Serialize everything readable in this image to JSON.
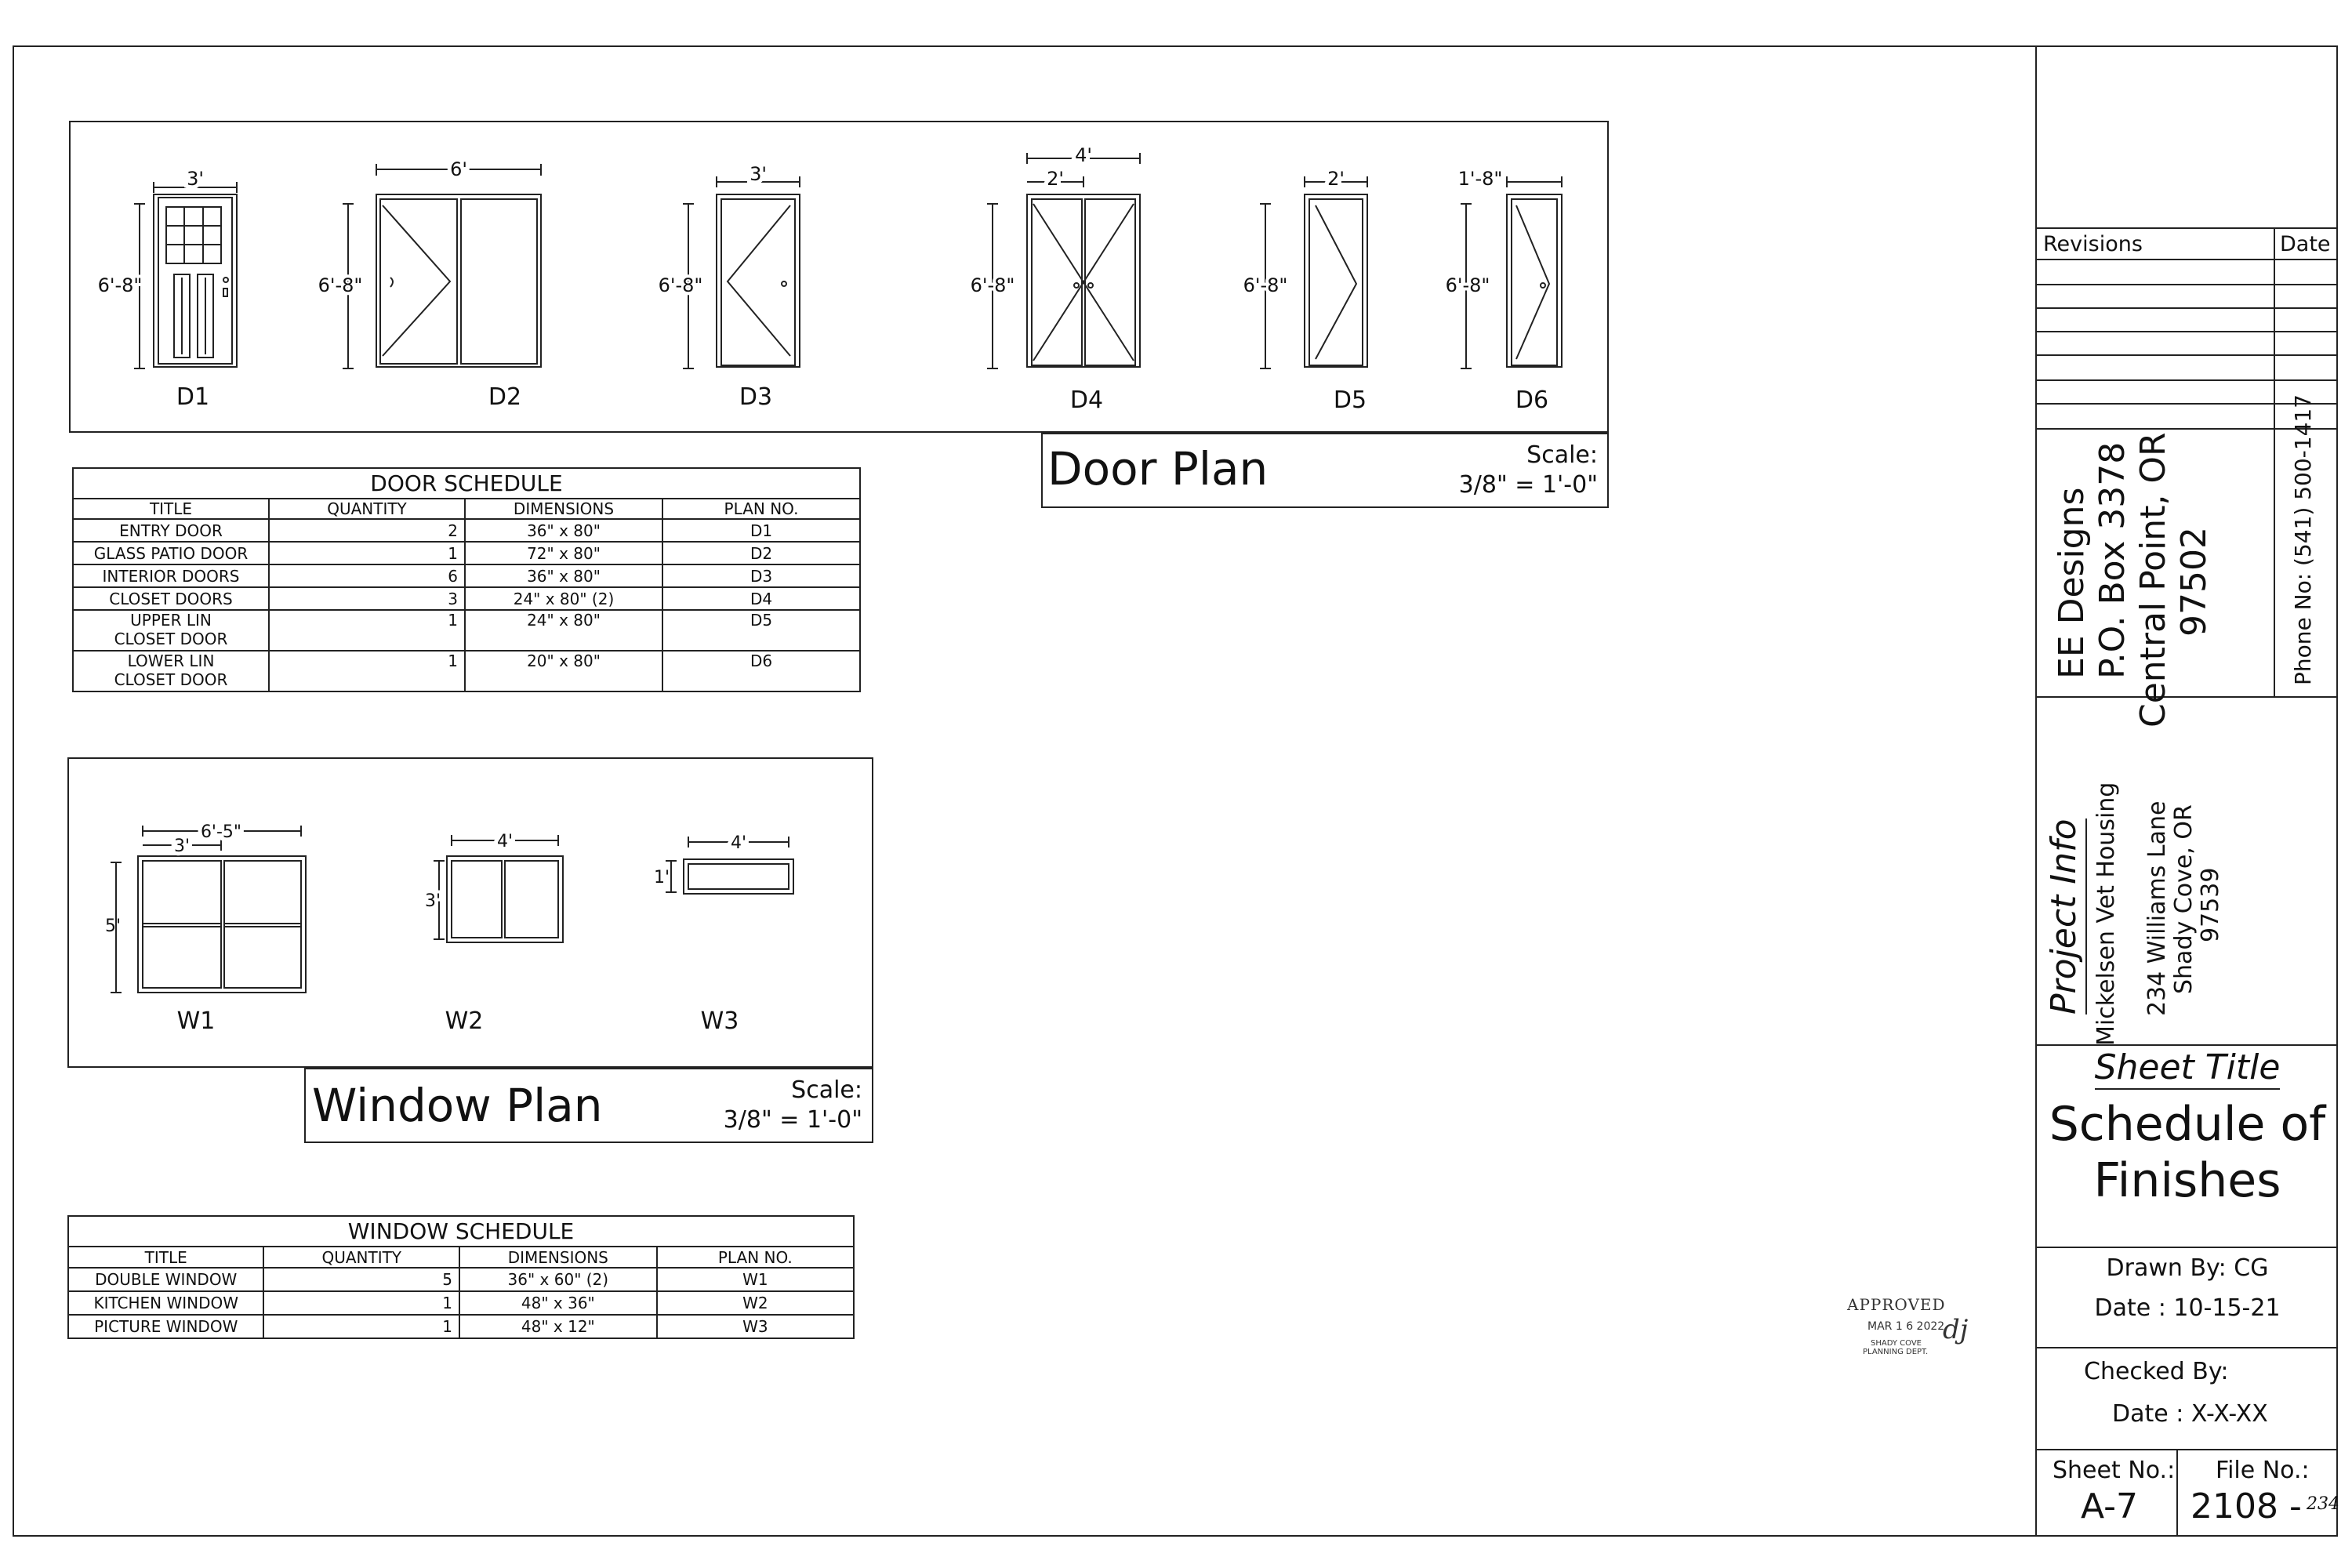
{
  "door_plan": {
    "title": "Door Plan",
    "scale_label": "Scale:",
    "scale_value": "3/8\" = 1'-0\"",
    "doors": [
      {
        "tag": "D1",
        "width": "3'",
        "height": "6'-8\""
      },
      {
        "tag": "D2",
        "width": "6'",
        "height": "6'-8\""
      },
      {
        "tag": "D3",
        "width": "3'",
        "height": "6'-8\""
      },
      {
        "tag": "D4",
        "width": "4'",
        "sub_width": "2'",
        "height": "6'-8\""
      },
      {
        "tag": "D5",
        "width": "2'",
        "height": "6'-8\""
      },
      {
        "tag": "D6",
        "width": "1'-8\"",
        "height": "6'-8\""
      }
    ]
  },
  "door_schedule": {
    "title": "DOOR SCHEDULE",
    "headers": [
      "TITLE",
      "QUANTITY",
      "DIMENSIONS",
      "PLAN NO."
    ],
    "rows": [
      {
        "title": "ENTRY DOOR",
        "qty": "2",
        "dims": "36\" x 80\"",
        "plan": "D1"
      },
      {
        "title": "GLASS PATIO DOOR",
        "qty": "1",
        "dims": "72\" x 80\"",
        "plan": "D2"
      },
      {
        "title": "INTERIOR DOORS",
        "qty": "6",
        "dims": "36\" x 80\"",
        "plan": "D3"
      },
      {
        "title": "CLOSET DOORS",
        "qty": "3",
        "dims": "24\" x 80\" (2)",
        "plan": "D4"
      },
      {
        "title": "UPPER LIN CLOSET DOOR",
        "qty": "1",
        "dims": "24\" x 80\"",
        "plan": "D5"
      },
      {
        "title": "LOWER LIN CLOSET DOOR",
        "qty": "1",
        "dims": "20\" x 80\"",
        "plan": "D6"
      }
    ]
  },
  "window_plan": {
    "title": "Window Plan",
    "scale_label": "Scale:",
    "scale_value": "3/8\" = 1'-0\"",
    "windows": [
      {
        "tag": "W1",
        "width": "6'-5\"",
        "sub_width": "3'",
        "height": "5'"
      },
      {
        "tag": "W2",
        "width": "4'",
        "height": "3'"
      },
      {
        "tag": "W3",
        "width": "4'",
        "height": "1'"
      }
    ]
  },
  "window_schedule": {
    "title": "WINDOW SCHEDULE",
    "headers": [
      "TITLE",
      "QUANTITY",
      "DIMENSIONS",
      "PLAN NO."
    ],
    "rows": [
      {
        "title": "DOUBLE WINDOW",
        "qty": "5",
        "dims": "36\" x 60\" (2)",
        "plan": "W1"
      },
      {
        "title": "KITCHEN WINDOW",
        "qty": "1",
        "dims": "48\" x 36\"",
        "plan": "W2"
      },
      {
        "title": "PICTURE WINDOW",
        "qty": "1",
        "dims": "48\" x 12\"",
        "plan": "W3"
      }
    ]
  },
  "stamp": {
    "approved": "APPROVED",
    "date": "MAR 1 6 2022",
    "initials": "dj",
    "dept_line1": "SHADY COVE",
    "dept_line2": "PLANNING DEPT."
  },
  "title_block": {
    "revisions_label": "Revisions",
    "date_label": "Date",
    "company": {
      "name": "EE Designs",
      "po_box": "P.O. Box 3378",
      "city": "Central Point, OR",
      "zip": "97502",
      "phone": "Phone No:  (541) 500-1417"
    },
    "project": {
      "label": "Project Info",
      "name": "Mickelsen Vet Housing",
      "street": "234 Williams Lane",
      "city": "Shady Cove, OR",
      "zip": "97539"
    },
    "sheet_title_label": "Sheet Title",
    "sheet_title_line1": "Schedule of",
    "sheet_title_line2": "Finishes",
    "drawn_by": "Drawn By: CG",
    "drawn_date": "Date : 10-15-21",
    "checked_by": "Checked By:",
    "checked_date": "Date : X-X-XX",
    "sheet_no_label": "Sheet No.:",
    "sheet_no": "A-7",
    "file_no_label": "File No.:",
    "file_no": "2108 -",
    "file_no_handwritten": "234"
  }
}
